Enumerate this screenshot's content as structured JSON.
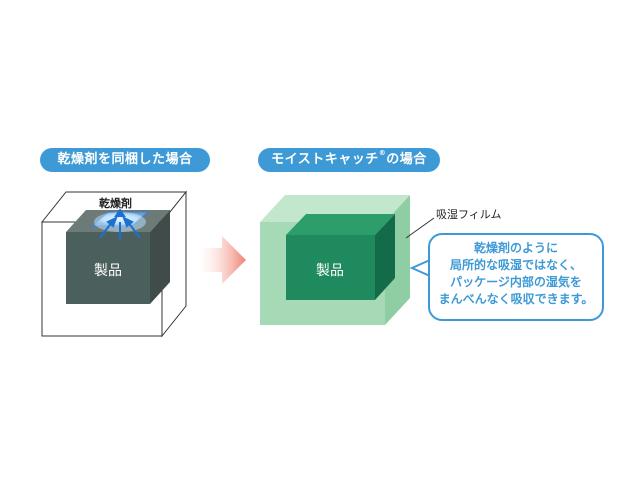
{
  "left_panel": {
    "title": "乾燥剤を同梱した場合",
    "desiccant_label": "乾燥剤",
    "product_label": "製品"
  },
  "right_panel": {
    "title_main": "モイストキャッチ",
    "title_mark": "®",
    "title_suffix": "の場合",
    "film_label": "吸湿フィルム",
    "product_label": "製品",
    "callout_lines": [
      "乾燥剤のように",
      "局所的な吸湿ではなく、",
      "パッケージ内部の湿気を",
      "まんべんなく吸収できます。"
    ]
  },
  "colors": {
    "accent_blue": "#3e9ad6",
    "product_dark": "#4b5f5c",
    "film_green": "#a6d9b5",
    "product_green": "#1e8a5e",
    "arrow_pink": "#f08070"
  }
}
